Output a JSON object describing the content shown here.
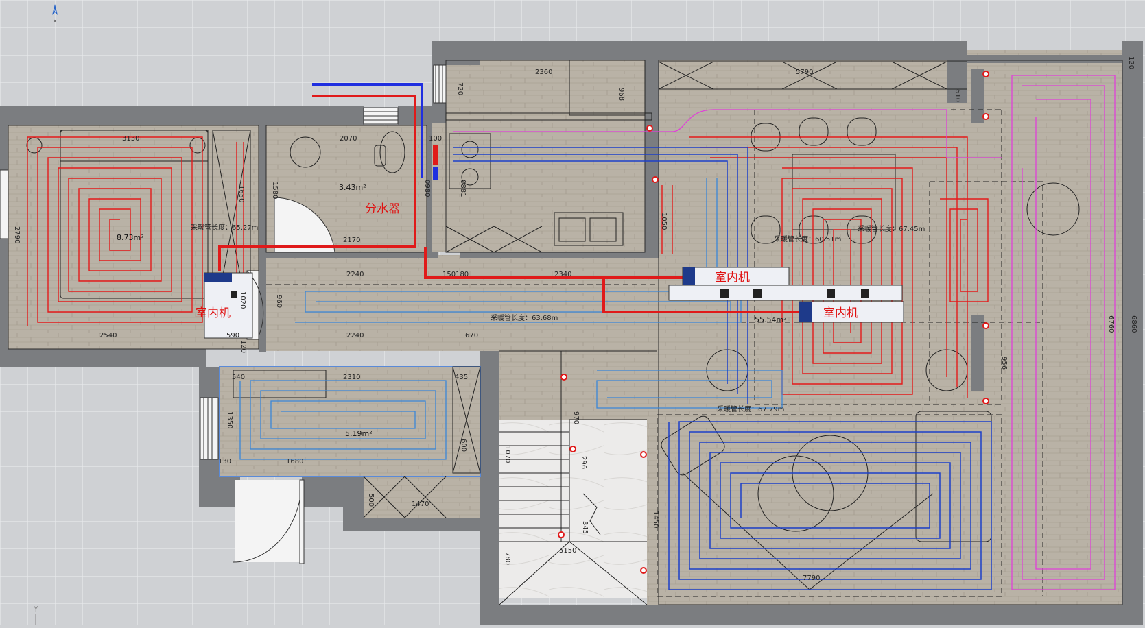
{
  "compass": {
    "north": "N",
    "south": "S"
  },
  "axis_label": "Y",
  "labels": {
    "manifold": "分水器",
    "indoor_unit_1": "室内机",
    "indoor_unit_2": "室内机",
    "indoor_unit_3": "室内机"
  },
  "areas": {
    "bedroom": "8.73m²",
    "bath": "3.43m²",
    "study": "5.19m²",
    "dining": "55.54m²"
  },
  "pipe_lengths": {
    "bedroom": "采暖管长度：65.27m",
    "corridor": "采暖管长度：63.68m",
    "dining": "采暖管长度：60.51m",
    "east": "采暖管长度：67.45m",
    "living": "采暖管长度：67.79m"
  },
  "dimensions": {
    "d3130": "3130",
    "d2070": "2070",
    "d100": "100",
    "d2360": "2360",
    "d5790": "5790",
    "d120": "120",
    "d720": "720",
    "d968": "968",
    "d610": "610",
    "d1650": "1650",
    "d1580": "1580",
    "d2790": "2790",
    "d1050": "1050",
    "d2170": "2170",
    "d2240a": "2240",
    "d150180": "150180",
    "d2340": "2340",
    "d960": "960",
    "d1020": "1020",
    "d2540": "2540",
    "d590": "590",
    "d120b": "120",
    "d2240b": "2240",
    "d670": "670",
    "d540": "540",
    "d2310": "2310",
    "d435": "435",
    "d600": "600",
    "d1350": "1350",
    "d130": "130",
    "d1680": "1680",
    "d500": "500",
    "d1470": "1470",
    "d970": "970",
    "d1070": "1070",
    "d296": "296",
    "d345": "345",
    "d780": "780",
    "d5150": "5150",
    "d1450": "1450",
    "d7790": "7790",
    "d956": "956",
    "d6760": "6760",
    "d6860": "6860",
    "d0980": "0980",
    "d0881": "0881"
  }
}
